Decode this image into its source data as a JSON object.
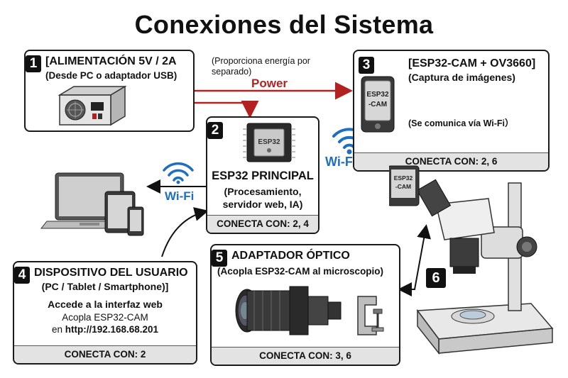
{
  "title": "Conexiones del Sistema",
  "colors": {
    "power": "#b22222",
    "wifi": "#1e6fc0",
    "footer_bg": "#e3e3e3"
  },
  "power_note": "(Proporciona energía por separado)",
  "power_label": "Power",
  "wifi_label": "Wi-Fi",
  "box1": {
    "number": "1",
    "title": "[ALIMENTACIÓN 5V / 2A",
    "subtitle": "(Desde PC o adaptador USB)"
  },
  "box2": {
    "number": "2",
    "chip_mark": "ESP32",
    "title": "ESP32 PRINCIPAL",
    "line1": "(Procesamiento,",
    "line2": "servidor web, IA)",
    "footer": "CONECTA CON: 2, 4"
  },
  "box3": {
    "number": "3",
    "title": "[ESP32-CAM + OV3660]",
    "subtitle": "(Captura de imágenes)",
    "note": "(Se comunica vía Wi-Fi）",
    "device_label_1": "ESP32",
    "device_label_2": "-CAM",
    "footer": "CONECTA CON: 2, 6"
  },
  "box4": {
    "number": "4",
    "title": "DISPOSITIVO DEL USUARIO",
    "subtitle": "(PC / Tablet / Smartphone)]",
    "line1": "Accede a la interfaz web",
    "line2": "Acopla ESP32-CAM",
    "line3_prefix": "en",
    "line3_url": "http://192.168.68.201",
    "footer": "CONECTA CON: 2"
  },
  "box5": {
    "number": "5",
    "title": "ADAPTADOR ÓPTICO",
    "subtitle": "(Acopla ESP32-CAM al microscopio)",
    "footer": "CONECTA CON: 3, 6"
  },
  "mic_cam": {
    "label_1": "ESP32",
    "label_2": "-CAM"
  },
  "link6": {
    "number": "6"
  },
  "icons": [
    "power-supply-icon",
    "esp32-chip-icon",
    "wifi-icon",
    "laptop-icon",
    "tablet-icon",
    "smartphone-icon",
    "lens-adapter-icon",
    "clamp-icon",
    "microscope-icon",
    "esp32-cam-icon"
  ]
}
